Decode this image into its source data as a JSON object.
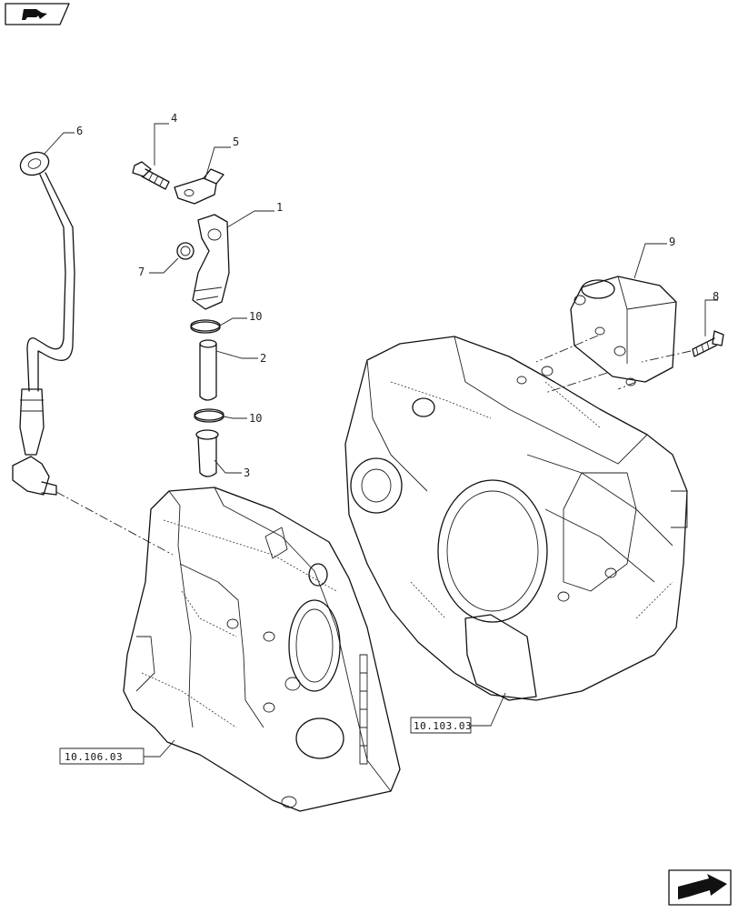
{
  "callouts": [
    {
      "id": "1",
      "label": "1"
    },
    {
      "id": "2",
      "label": "2"
    },
    {
      "id": "3",
      "label": "3"
    },
    {
      "id": "4",
      "label": "4"
    },
    {
      "id": "5",
      "label": "5"
    },
    {
      "id": "6",
      "label": "6"
    },
    {
      "id": "7",
      "label": "7"
    },
    {
      "id": "8",
      "label": "8"
    },
    {
      "id": "9",
      "label": "9"
    },
    {
      "id": "10a",
      "label": "10"
    },
    {
      "id": "10b",
      "label": "10"
    }
  ],
  "references": {
    "front_cover": "10.106.03",
    "flywheel_housing": "10.103.03"
  },
  "icons": {
    "top_left": "parts-catalog-icon",
    "bottom_right": "next-page-arrow-icon"
  }
}
